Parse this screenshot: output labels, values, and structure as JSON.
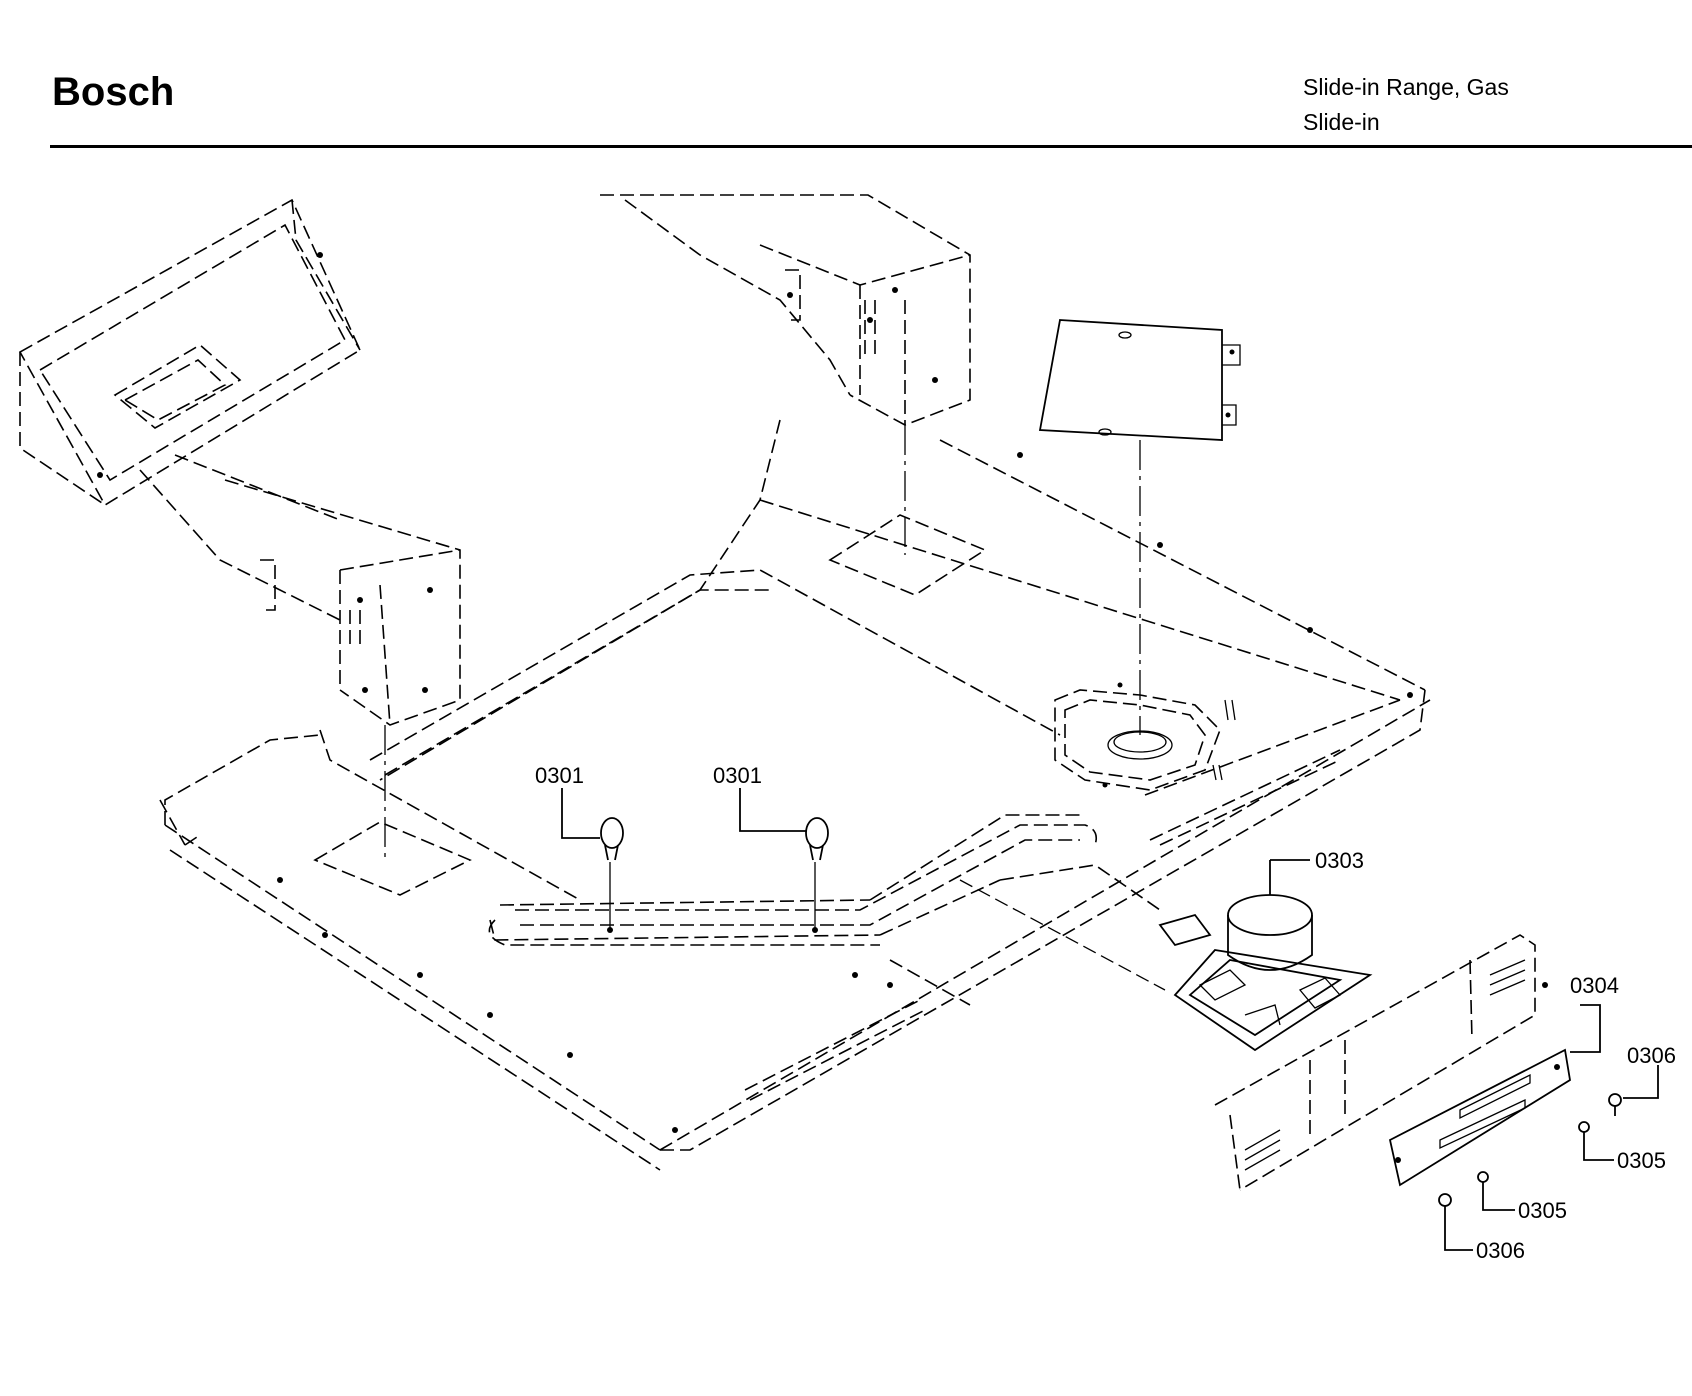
{
  "header": {
    "brand": "Bosch",
    "product_line_1": "Slide-in Range, Gas",
    "product_line_2": "Slide-in"
  },
  "callouts": {
    "part_0301_a": "0301",
    "part_0301_b": "0301",
    "part_0303": "0303",
    "part_0304": "0304",
    "part_0305_a": "0305",
    "part_0305_b": "0305",
    "part_0306_a": "0306",
    "part_0306_b": "0306"
  }
}
